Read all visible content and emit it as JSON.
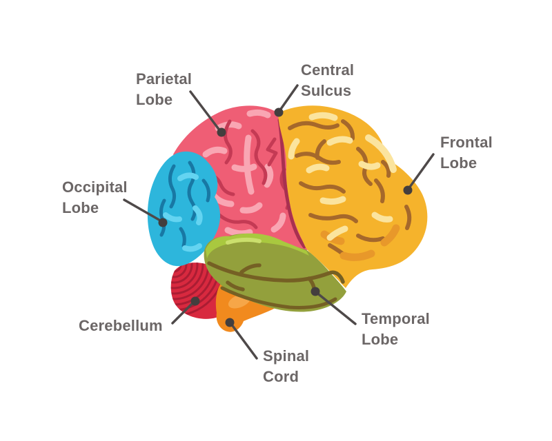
{
  "labels": {
    "parietal": "Parietal\nLobe",
    "central_sulcus": "Central\nSulcus",
    "frontal": "Frontal\nLobe",
    "occipital": "Occipital\nLobe",
    "cerebellum": "Cerebellum",
    "spinal_cord": "Spinal\nCord",
    "temporal": "Temporal\nLobe"
  },
  "colors": {
    "background": "#FFFFFF",
    "label_text": "#6B6666",
    "leader_line": "#4E4949",
    "leader_dot": "#433E3E",
    "parietal": "#EF5E75",
    "parietal_gyri_light": "#F9A6B3",
    "parietal_sulci_dark": "#C43A54",
    "parietal_edge_dark": "#A83050",
    "frontal": "#F5B32C",
    "frontal_gyri_light": "#FBE49E",
    "frontal_sulci_dark": "#A5682B",
    "frontal_shade": "#E8982A",
    "occipital": "#2DB6DC",
    "occipital_gyri_light": "#64D4F1",
    "occipital_sulci_dark": "#1878A4",
    "temporal": "#93A03C",
    "temporal_band_bright": "#A9C83F",
    "temporal_gyri_light": "#CBDF6D",
    "temporal_sulci_dark": "#756024",
    "cerebellum": "#D8293F",
    "cerebellum_stripe": "#AA1D33",
    "spinal_cord": "#F18A1E",
    "spinal_cord_highlight": "#F6A648"
  }
}
